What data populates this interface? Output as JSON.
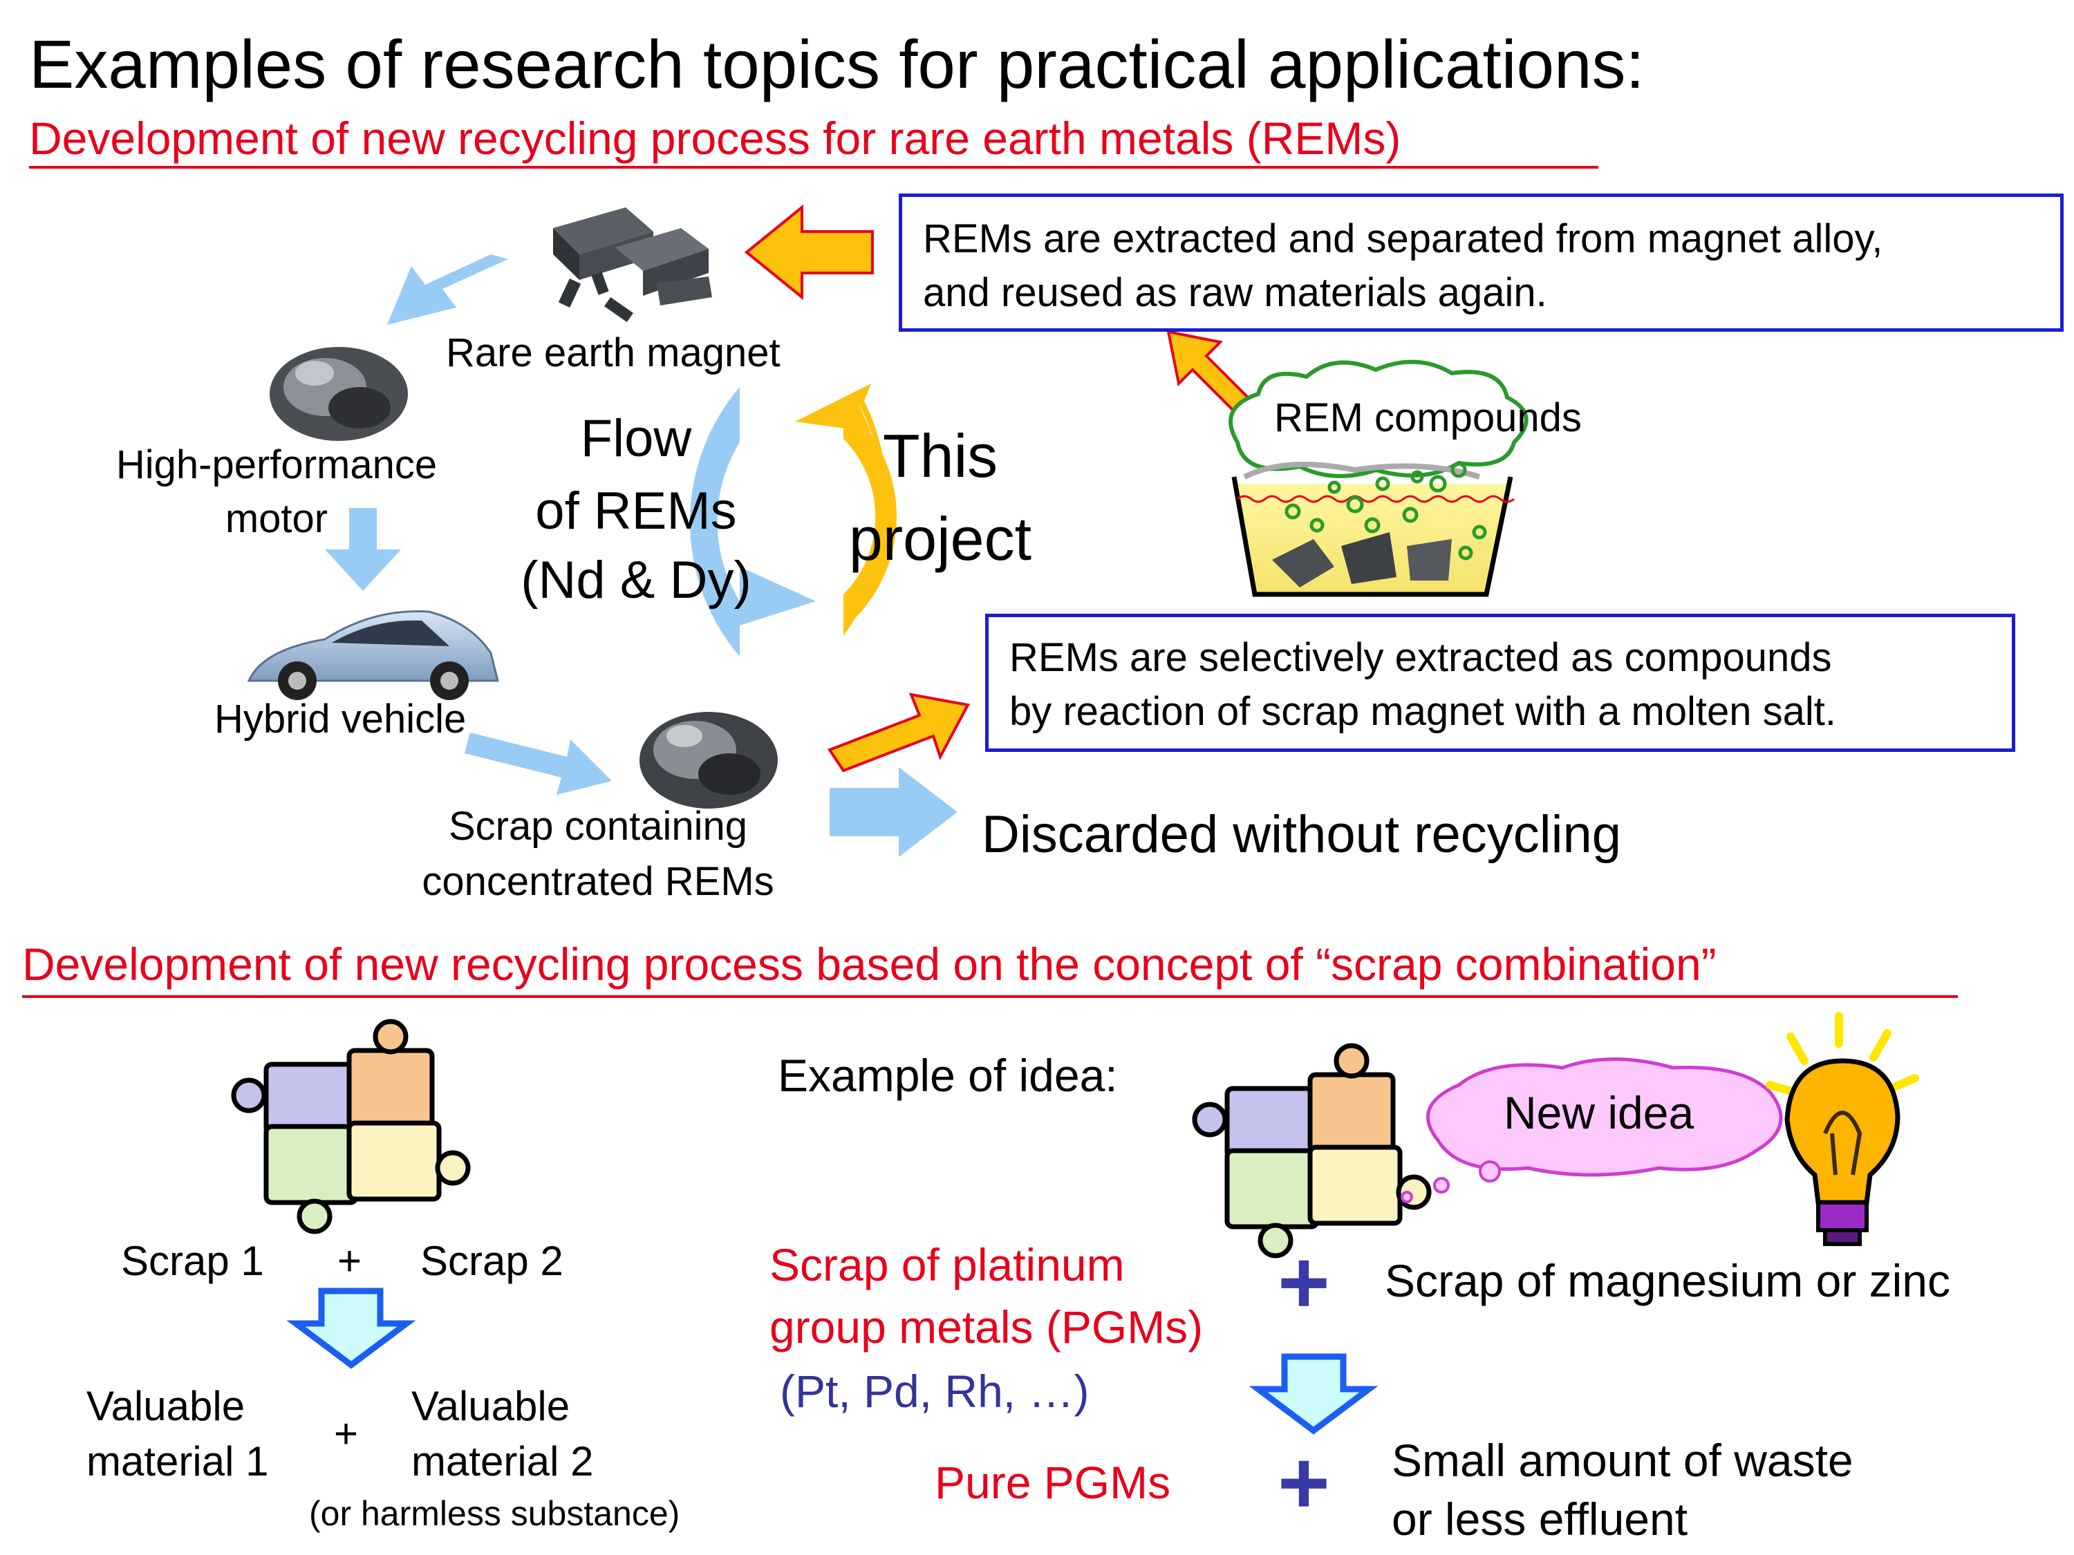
{
  "title": "Examples of research topics for practical applications:",
  "section1": {
    "heading": "Development of new recycling process for rare earth metals (REMs)",
    "rare_earth_magnet": "Rare earth magnet",
    "motor": [
      "High-performance",
      "motor"
    ],
    "vehicle": "Hybrid vehicle",
    "scrap": [
      "Scrap containing",
      "concentrated REMs"
    ],
    "flow": [
      "Flow",
      "of REMs",
      "(Nd & Dy)"
    ],
    "this_project": [
      "This",
      "project"
    ],
    "box_top": [
      "REMs are extracted and separated from magnet alloy,",
      "and reused as raw materials again."
    ],
    "rem_compounds": "REM compounds",
    "box_bottom": [
      "REMs are selectively extracted as compounds",
      "by reaction of scrap magnet with a molten salt."
    ],
    "discarded": "Discarded without recycling"
  },
  "section2": {
    "heading": "Development of new recycling process based on the concept of “scrap combination”",
    "scrap1": "Scrap 1",
    "plus": "+",
    "scrap2": "Scrap 2",
    "valuable1": [
      "Valuable",
      "material 1"
    ],
    "valuable2": [
      "Valuable",
      "material 2"
    ],
    "harmless": "(or harmless substance)",
    "example": "Example of idea:",
    "new_idea": "New idea",
    "pgm_scrap": [
      "Scrap of platinum",
      "group metals (PGMs)"
    ],
    "pgm_list": "(Pt, Pd, Rh, …)",
    "mg_zn": "Scrap of magnesium or zinc",
    "pure_pgms": "Pure PGMs",
    "waste": [
      "Small amount of waste",
      "or less effluent"
    ]
  },
  "colors": {
    "red": "#e8001c",
    "blue_border": "#1c1cd6",
    "light_blue_arrow": "#99ccf5",
    "orange_arrow": "#fcc20e",
    "navy_text": "#333399",
    "purple_plus": "#3a3aa6"
  },
  "icons": [
    "magnet-icon",
    "motor-icon",
    "car-icon",
    "scrap-motor-icon",
    "bath-icon",
    "puzzle-icon",
    "lightbulb-icon"
  ]
}
